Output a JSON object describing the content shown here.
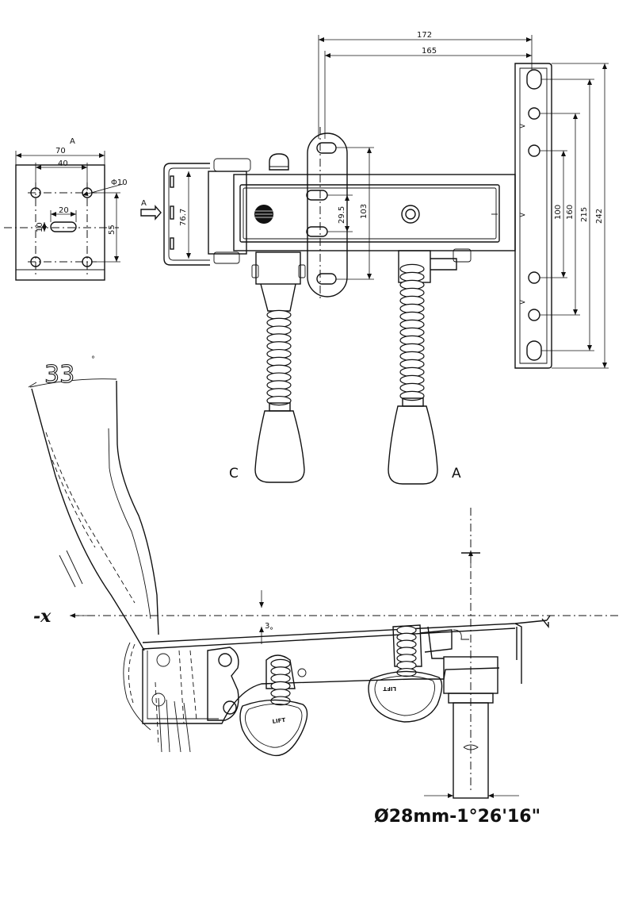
{
  "view_labels": {
    "top_left_view": "A",
    "arrow_A": "A",
    "lever_C": "C",
    "lever_A": "A"
  },
  "dimensions": {
    "d172": "172",
    "d165": "165",
    "d70": "70",
    "d40": "40",
    "d_phi10": "Φ10",
    "d20": "20",
    "d10": "10",
    "d55": "55",
    "d76_7": "76.7",
    "d29_5": "29.5",
    "d103": "103",
    "d100": "100",
    "d160": "160",
    "d215": "215",
    "d242": "242"
  },
  "side_view": {
    "tilt_angle": "33",
    "tilt_deg_symbol": "°",
    "small_angle": "3",
    "small_deg_symbol": "°",
    "axis_label": "-x",
    "cylinder_caption": "Ø28mm-1°26'16\"",
    "knob_logo": "LIFT"
  }
}
